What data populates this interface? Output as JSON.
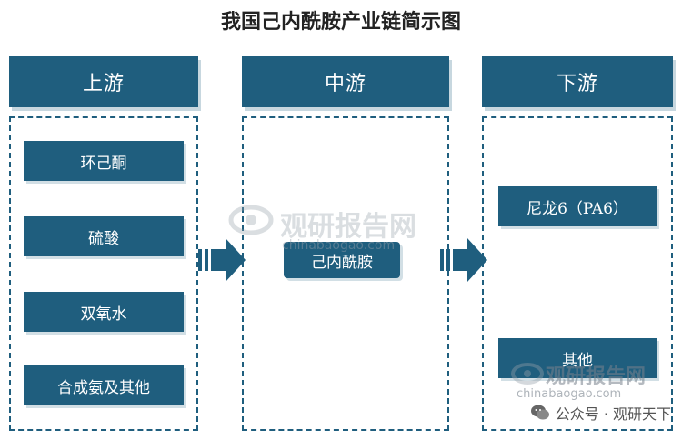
{
  "title": "我国己内酰胺产业链简示图",
  "columns": [
    {
      "header": "上游",
      "items": [
        "环己酮",
        "硫酸",
        "双氧水",
        "合成氨及其他"
      ]
    },
    {
      "header": "中游",
      "items": [
        "己内酰胺"
      ]
    },
    {
      "header": "下游",
      "items": [
        "尼龙6（PA6）",
        "其他"
      ]
    }
  ],
  "watermark": {
    "brand": "观研报告网",
    "url": "chinabaogao.com"
  },
  "footer": {
    "text": "公众号 · 观研天下"
  },
  "colors": {
    "primary": "#1f5e7e",
    "border": "#1f5e7e",
    "background": "#ffffff"
  }
}
